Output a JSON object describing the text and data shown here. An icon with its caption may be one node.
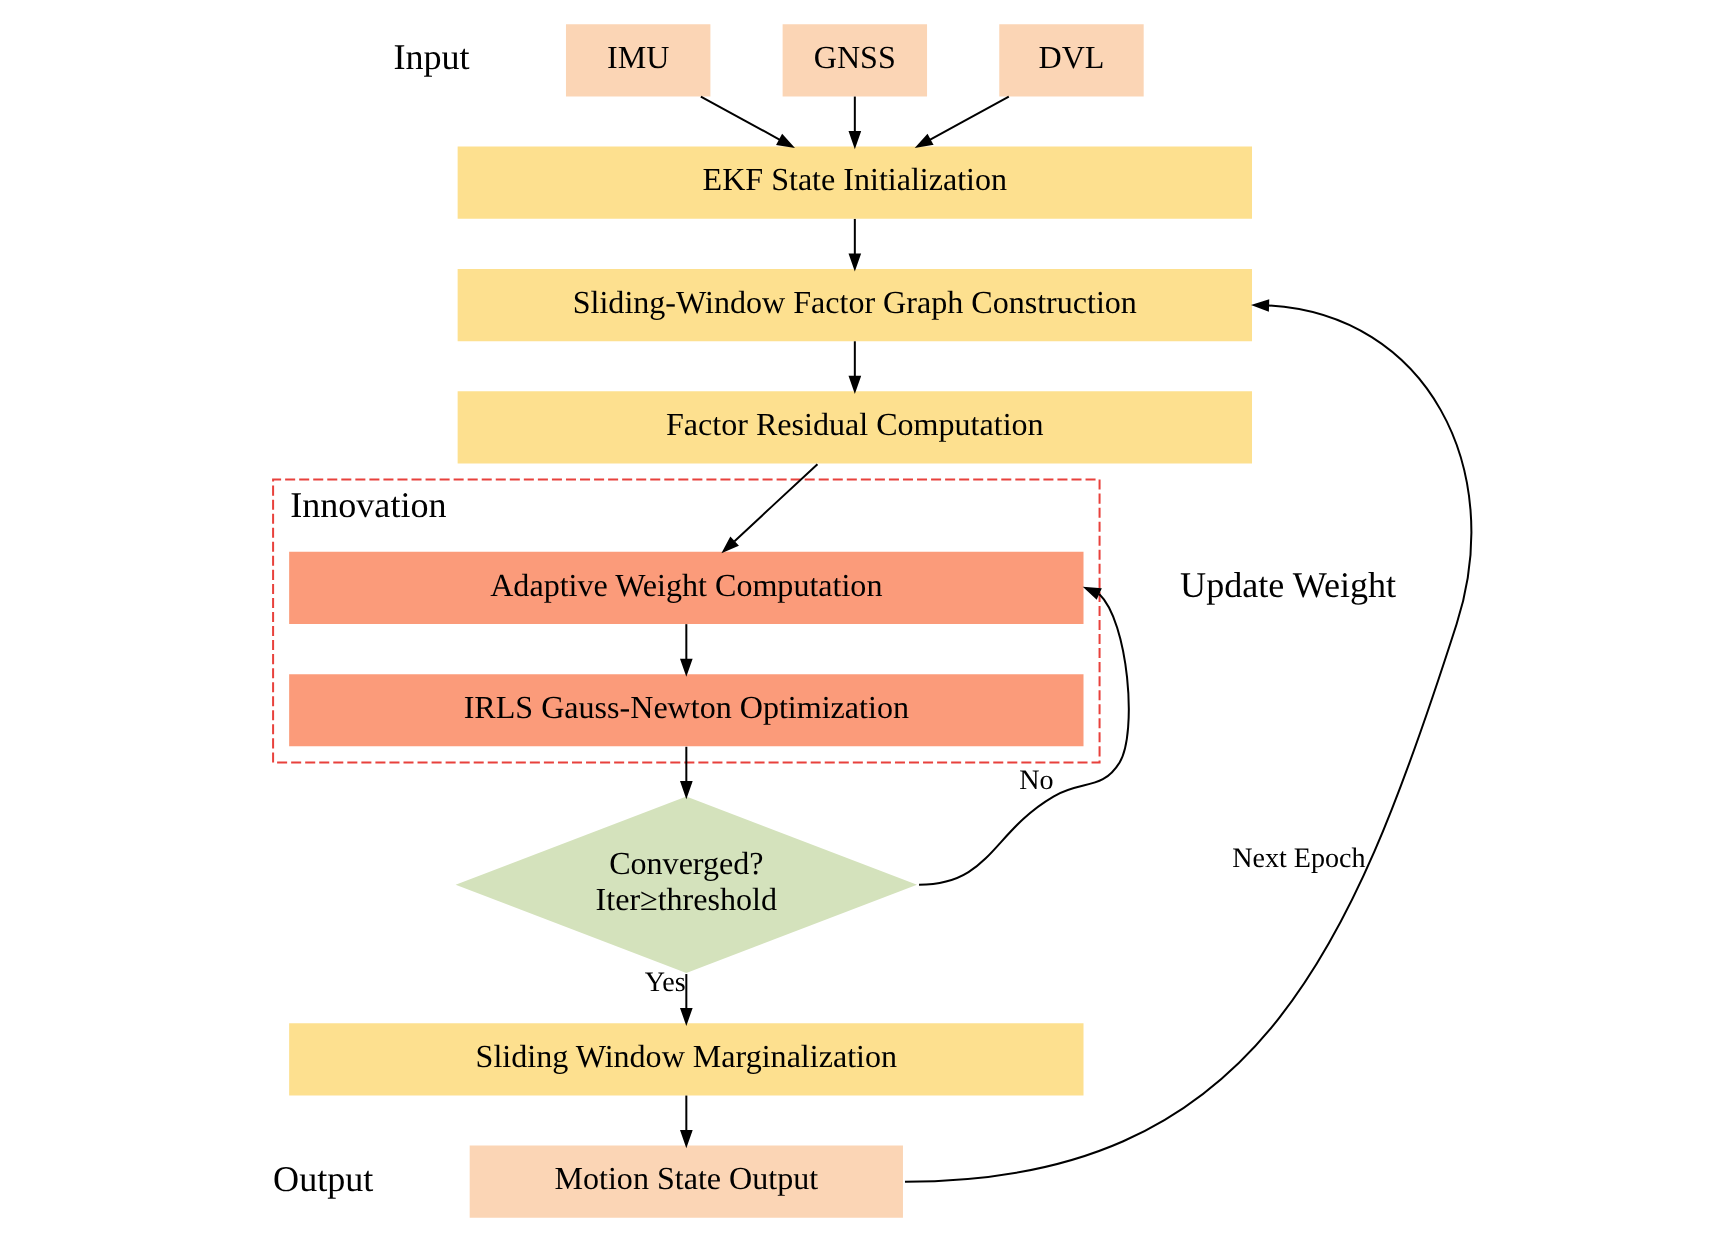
{
  "diagram": {
    "nodes": [
      {
        "text": [
          "IMU"
        ]
      },
      {
        "text": [
          "GNSS"
        ]
      },
      {
        "text": [
          "DVL"
        ]
      },
      {
        "text": [
          "EKF State Initialization"
        ]
      },
      {
        "text": [
          "Sliding-Window Factor Graph Construction"
        ]
      },
      {
        "text": [
          "Factor Residual Computation"
        ]
      },
      {
        "text": [
          "Innovation"
        ]
      },
      {
        "text": [
          "Adaptive Weight Computation"
        ],
        "in": 6
      },
      {
        "text": [
          "IRLS Gauss-Newton Optimization"
        ],
        "in": 6
      },
      {
        "text": [
          "Converged? Iter≥threshold"
        ]
      },
      {
        "text": [
          "Sliding Window Marginalization"
        ]
      },
      {
        "text": [
          "Motion State Output"
        ]
      }
    ],
    "edges": [
      {
        "from": 0,
        "to": 3,
        "arrow": "to"
      },
      {
        "from": 1,
        "to": 3,
        "arrow": "to"
      },
      {
        "from": 2,
        "to": 3,
        "arrow": "to"
      },
      {
        "from": 3,
        "to": 4,
        "arrow": "to"
      },
      {
        "from": 4,
        "to": 5,
        "arrow": "to"
      },
      {
        "from": 5,
        "to": 7,
        "arrow": "to"
      },
      {
        "from": 7,
        "to": 8,
        "arrow": "to"
      },
      {
        "from": 8,
        "to": 9,
        "arrow": "to"
      },
      {
        "from": 9,
        "to": 7,
        "label": "No",
        "arrow": "to"
      },
      {
        "from": 9,
        "to": 10,
        "label": "Yes",
        "arrow": "to"
      },
      {
        "from": 10,
        "to": 11,
        "arrow": "to"
      },
      {
        "from": 11,
        "to": 4,
        "label": "Next Epoch",
        "arrow": "to"
      }
    ],
    "labels": [
      "Input",
      "Update Weight",
      "Output"
    ]
  }
}
